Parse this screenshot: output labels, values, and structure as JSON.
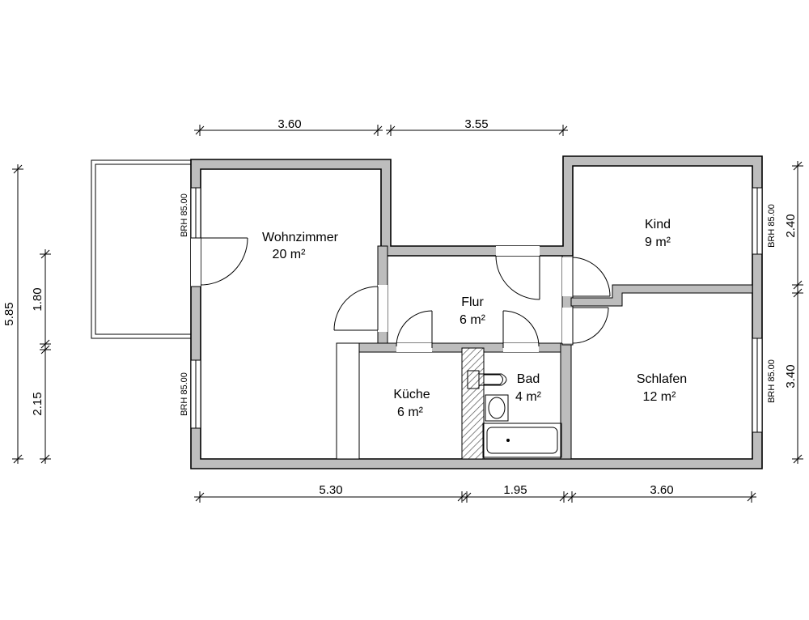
{
  "rooms": {
    "wohnzimmer": {
      "name": "Wohnzimmer",
      "area": "20 m²"
    },
    "flur": {
      "name": "Flur",
      "area": "6 m²"
    },
    "kueche": {
      "name": "Küche",
      "area": "6 m²"
    },
    "bad": {
      "name": "Bad",
      "area": "4 m²"
    },
    "kind": {
      "name": "Kind",
      "area": "9 m²"
    },
    "schlafen": {
      "name": "Schlafen",
      "area": "12 m²"
    }
  },
  "dimensions": {
    "top_left": "3.60",
    "top_right": "3.55",
    "bottom_left": "5.30",
    "bottom_mid": "1.95",
    "bottom_right": "3.60",
    "left_total": "5.85",
    "left_upper": "1.80",
    "left_lower": "2.15",
    "right_upper": "2.40",
    "right_lower": "3.40"
  },
  "sill_labels": {
    "left_upper": "BRH 85.00",
    "left_lower": "BRH 85.00",
    "right_upper": "BRH 85.00",
    "right_lower": "BRH 85.00"
  }
}
